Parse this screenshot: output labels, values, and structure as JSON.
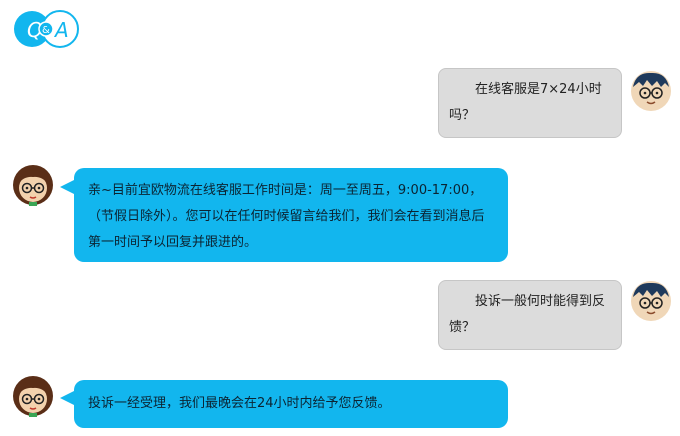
{
  "header": {
    "logo": {
      "letters_left": "Q",
      "amp": "&",
      "letters_right": "A",
      "color": "#12b6ee"
    }
  },
  "colors": {
    "agent_bubble": "#12b6ee",
    "user_bubble": "#dcdcdc"
  },
  "messages": [
    {
      "role": "user",
      "text": "在线客服是7×24小时吗？",
      "avatar": "boy-avatar-icon"
    },
    {
      "role": "agent",
      "text": "亲~目前宜欧物流在线客服工作时间是：周一至周五，9:00-17:00，（节假日除外）。您可以在任何时候留言给我们，我们会在看到消息后第一时间予以回复并跟进的。",
      "avatar": "girl-avatar-icon"
    },
    {
      "role": "user",
      "text": "投诉一般何时能得到反馈？",
      "avatar": "boy-avatar-icon"
    },
    {
      "role": "agent",
      "text": "投诉一经受理，我们最晚会在24小时内给予您反馈。",
      "avatar": "girl-avatar-icon"
    }
  ]
}
